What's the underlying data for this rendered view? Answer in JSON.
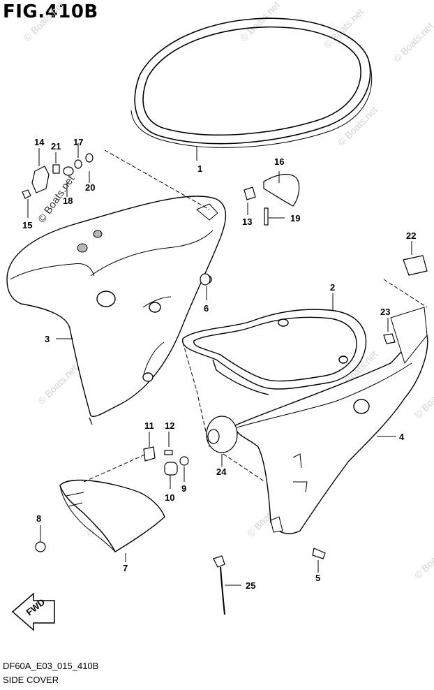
{
  "figure": {
    "title": "FIG.410B",
    "code": "DF60A_E03_015_410B",
    "caption": "SIDE COVER"
  },
  "watermark": {
    "text": "© Boats.net",
    "color": "#d4d4d4"
  },
  "callouts": [
    "1",
    "2",
    "3",
    "4",
    "5",
    "6",
    "7",
    "8",
    "9",
    "10",
    "11",
    "12",
    "13",
    "14",
    "15",
    "16",
    "17",
    "18",
    "19",
    "20",
    "21",
    "22",
    "23",
    "24",
    "25"
  ],
  "fwd_label": "FWD",
  "colors": {
    "line": "#000000",
    "fill": "#ffffff",
    "shade": "#b8b8b8"
  }
}
